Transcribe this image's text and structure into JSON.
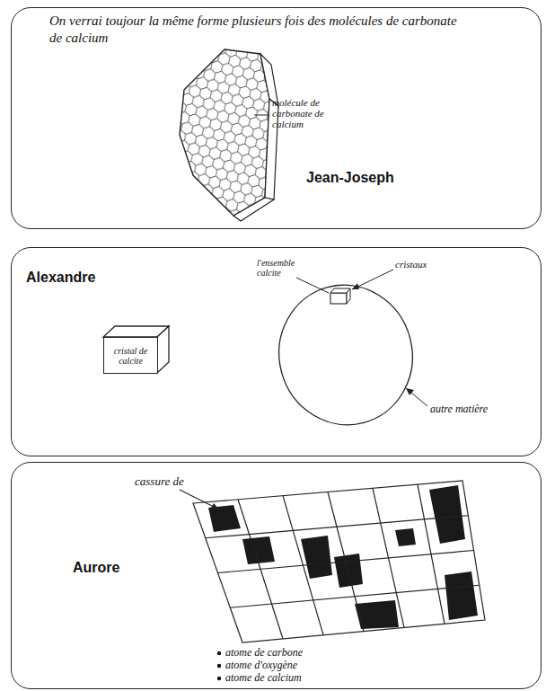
{
  "diagram": {
    "nodes": [
      {
        "text": [
          "Jean-Joseph"
        ]
      },
      {
        "text": [
          "Alexandre"
        ]
      },
      {
        "text": [
          "cristal de calcite"
        ],
        "in": 1
      },
      {
        "text": [
          "Aurore"
        ]
      }
    ],
    "labels": [
      "On verrai toujour la même forme plusieurs fois des molécules de carbonate de calcium",
      "molécule de carbonate de calcium",
      "l'ensemble calcite",
      "cristaux",
      "autre matière",
      "cassure de",
      "atome de carbone",
      "atome d'oxygène",
      "atome de calcium"
    ]
  }
}
